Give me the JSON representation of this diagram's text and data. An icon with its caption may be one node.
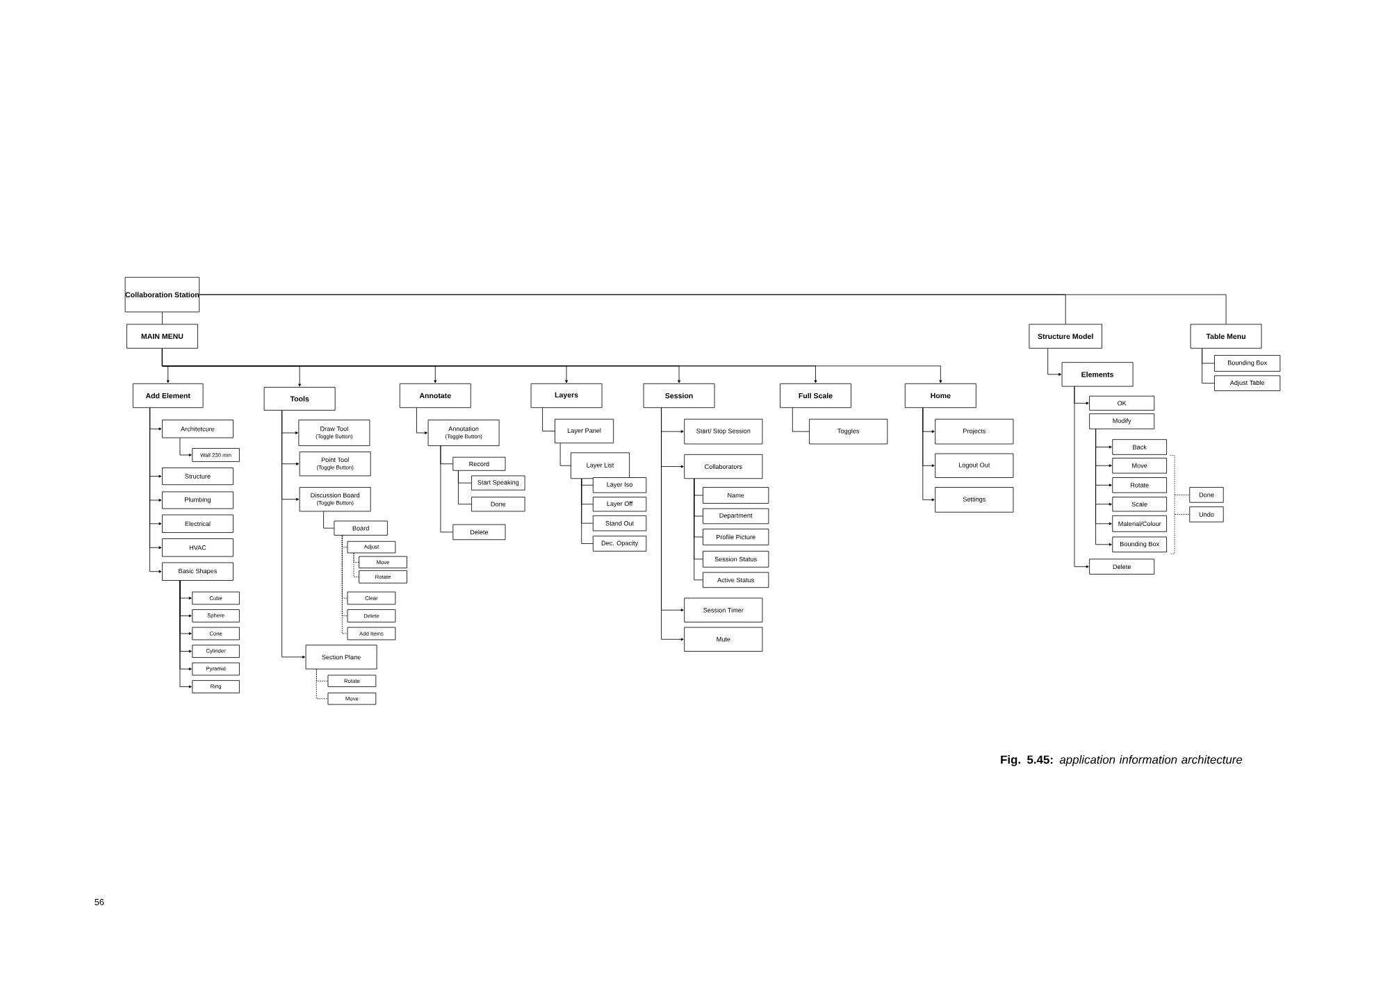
{
  "diagram": {
    "caption": "**Fig. 5.45:** *application information architecture*",
    "nodes": [
      {
        "text": [
          "Collaboration Station"
        ]
      },
      {
        "text": [
          "MAIN MENU"
        ]
      },
      {
        "text": [
          "Add Element"
        ]
      },
      {
        "text": [
          "Architetcure"
        ]
      },
      {
        "text": [
          "Wall 230 mm"
        ]
      },
      {
        "text": [
          "Structure"
        ]
      },
      {
        "text": [
          "Plumbing"
        ]
      },
      {
        "text": [
          "Electrical"
        ]
      },
      {
        "text": [
          "HVAC"
        ]
      },
      {
        "text": [
          "Basic Shapes"
        ]
      },
      {
        "text": [
          "Cube"
        ]
      },
      {
        "text": [
          "Sphere"
        ]
      },
      {
        "text": [
          "Cone"
        ]
      },
      {
        "text": [
          "Cylinder"
        ]
      },
      {
        "text": [
          "Pyramid"
        ]
      },
      {
        "text": [
          "Ring"
        ]
      },
      {
        "text": [
          "Tools"
        ]
      },
      {
        "text": [
          "Draw Tool",
          "(Toggle Button)"
        ]
      },
      {
        "text": [
          "Point Tool",
          "(Toggle Button)"
        ]
      },
      {
        "text": [
          "Discussion Board",
          "(Toggle Button)"
        ]
      },
      {
        "text": [
          "Board"
        ]
      },
      {
        "text": [
          "Adjust"
        ]
      },
      {
        "text": [
          "Move"
        ]
      },
      {
        "text": [
          "Rotate"
        ]
      },
      {
        "text": [
          "Clear"
        ]
      },
      {
        "text": [
          "Delete"
        ]
      },
      {
        "text": [
          "Add Items"
        ]
      },
      {
        "text": [
          "Section Plane"
        ]
      },
      {
        "text": [
          "Rotate"
        ]
      },
      {
        "text": [
          "Move"
        ]
      },
      {
        "text": [
          "Annotate"
        ]
      },
      {
        "text": [
          "Annotation",
          "(Toggle Button)"
        ]
      },
      {
        "text": [
          "Record"
        ]
      },
      {
        "text": [
          "Start Speaking"
        ]
      },
      {
        "text": [
          "Done"
        ]
      },
      {
        "text": [
          "Delete"
        ]
      },
      {
        "text": [
          "Layers"
        ]
      },
      {
        "text": [
          "Layer Panel"
        ]
      },
      {
        "text": [
          "Layer List"
        ]
      },
      {
        "text": [
          "Layer Iso"
        ]
      },
      {
        "text": [
          "Layer Off"
        ]
      },
      {
        "text": [
          "Stand Out"
        ]
      },
      {
        "text": [
          "Dec. Opacity"
        ]
      },
      {
        "text": [
          "Session"
        ]
      },
      {
        "text": [
          "Start/ Stop Session"
        ]
      },
      {
        "text": [
          "Collaborators"
        ]
      },
      {
        "text": [
          "Name"
        ]
      },
      {
        "text": [
          "Department"
        ]
      },
      {
        "text": [
          "Profile Picture"
        ]
      },
      {
        "text": [
          "Session Status"
        ]
      },
      {
        "text": [
          "Active Status"
        ]
      },
      {
        "text": [
          "Session Timer"
        ]
      },
      {
        "text": [
          "Mute"
        ]
      },
      {
        "text": [
          "Full Scale"
        ]
      },
      {
        "text": [
          "Toggles"
        ]
      },
      {
        "text": [
          "Home"
        ]
      },
      {
        "text": [
          "Projects"
        ]
      },
      {
        "text": [
          "Logout Out"
        ]
      },
      {
        "text": [
          "Settings"
        ]
      },
      {
        "text": [
          "Structure Model"
        ]
      },
      {
        "text": [
          "Elements"
        ]
      },
      {
        "text": [
          "OK"
        ]
      },
      {
        "text": [
          "Modify"
        ]
      },
      {
        "text": [
          "Back"
        ]
      },
      {
        "text": [
          "Move"
        ]
      },
      {
        "text": [
          "Rotate"
        ]
      },
      {
        "text": [
          "Scale"
        ]
      },
      {
        "text": [
          "Material/Colour"
        ]
      },
      {
        "text": [
          "Bounding Box"
        ]
      },
      {
        "text": [
          "Delete"
        ]
      },
      {
        "text": [
          "Done"
        ]
      },
      {
        "text": [
          "Undo"
        ]
      },
      {
        "text": [
          "Table Menu"
        ]
      },
      {
        "text": [
          "Bounding Box"
        ]
      },
      {
        "text": [
          "Adjust Table"
        ]
      },
      {
        "text": [],
        "shape": "bracket"
      }
    ],
    "edges": [
      {
        "from": 0,
        "to": 1,
        "arrow": "none"
      },
      {
        "from": 0,
        "to": 59,
        "arrow": "none"
      },
      {
        "from": 0,
        "to": 72,
        "arrow": "none"
      },
      {
        "from": 1,
        "to": 2,
        "arrow": "to"
      },
      {
        "from": 1,
        "to": 16,
        "arrow": "to"
      },
      {
        "from": 1,
        "to": 30,
        "arrow": "to"
      },
      {
        "from": 1,
        "to": 36,
        "arrow": "to"
      },
      {
        "from": 1,
        "to": 43,
        "arrow": "to"
      },
      {
        "from": 1,
        "to": 53,
        "arrow": "to"
      },
      {
        "from": 1,
        "to": 55,
        "arrow": "to"
      },
      {
        "from": 2,
        "to": 3,
        "arrow": "to"
      },
      {
        "from": 3,
        "to": 4,
        "arrow": "to"
      },
      {
        "from": 2,
        "to": 5,
        "arrow": "to"
      },
      {
        "from": 2,
        "to": 6,
        "arrow": "to"
      },
      {
        "from": 2,
        "to": 7,
        "arrow": "to"
      },
      {
        "from": 2,
        "to": 8,
        "arrow": "to"
      },
      {
        "from": 2,
        "to": 9,
        "arrow": "to"
      },
      {
        "from": 9,
        "to": 10,
        "arrow": "to"
      },
      {
        "from": 9,
        "to": 11,
        "arrow": "to"
      },
      {
        "from": 9,
        "to": 12,
        "arrow": "to"
      },
      {
        "from": 9,
        "to": 13,
        "arrow": "to"
      },
      {
        "from": 9,
        "to": 14,
        "arrow": "to"
      },
      {
        "from": 9,
        "to": 15,
        "arrow": "to"
      },
      {
        "from": 16,
        "to": 17,
        "arrow": "to"
      },
      {
        "from": 16,
        "to": 18,
        "arrow": "to"
      },
      {
        "from": 16,
        "to": 19,
        "arrow": "to"
      },
      {
        "from": 19,
        "to": 20,
        "arrow": "none"
      },
      {
        "from": 20,
        "to": 21,
        "arrow": "none",
        "style": "dashed"
      },
      {
        "from": 21,
        "to": 22,
        "arrow": "none",
        "style": "dashed"
      },
      {
        "from": 21,
        "to": 23,
        "arrow": "none",
        "style": "dashed"
      },
      {
        "from": 20,
        "to": 24,
        "arrow": "none",
        "style": "dashed"
      },
      {
        "from": 20,
        "to": 25,
        "arrow": "none",
        "style": "dashed"
      },
      {
        "from": 20,
        "to": 26,
        "arrow": "none",
        "style": "dashed"
      },
      {
        "from": 16,
        "to": 27,
        "arrow": "to"
      },
      {
        "from": 27,
        "to": 28,
        "arrow": "none",
        "style": "dashed"
      },
      {
        "from": 27,
        "to": 29,
        "arrow": "none",
        "style": "dashed"
      },
      {
        "from": 30,
        "to": 31,
        "arrow": "to"
      },
      {
        "from": 31,
        "to": 32,
        "arrow": "none"
      },
      {
        "from": 32,
        "to": 33,
        "arrow": "none"
      },
      {
        "from": 32,
        "to": 34,
        "arrow": "none"
      },
      {
        "from": 31,
        "to": 35,
        "arrow": "none"
      },
      {
        "from": 36,
        "to": 37,
        "arrow": "none"
      },
      {
        "from": 37,
        "to": 38,
        "arrow": "none"
      },
      {
        "from": 38,
        "to": 39,
        "arrow": "none"
      },
      {
        "from": 38,
        "to": 40,
        "arrow": "none"
      },
      {
        "from": 38,
        "to": 41,
        "arrow": "none"
      },
      {
        "from": 38,
        "to": 42,
        "arrow": "none"
      },
      {
        "from": 43,
        "to": 44,
        "arrow": "to"
      },
      {
        "from": 43,
        "to": 45,
        "arrow": "to"
      },
      {
        "from": 45,
        "to": 46,
        "arrow": "none"
      },
      {
        "from": 45,
        "to": 47,
        "arrow": "none"
      },
      {
        "from": 45,
        "to": 48,
        "arrow": "none"
      },
      {
        "from": 45,
        "to": 49,
        "arrow": "none"
      },
      {
        "from": 45,
        "to": 50,
        "arrow": "none"
      },
      {
        "from": 43,
        "to": 51,
        "arrow": "to"
      },
      {
        "from": 43,
        "to": 52,
        "arrow": "to"
      },
      {
        "from": 53,
        "to": 54,
        "arrow": "none"
      },
      {
        "from": 55,
        "to": 56,
        "arrow": "to"
      },
      {
        "from": 55,
        "to": 57,
        "arrow": "to"
      },
      {
        "from": 55,
        "to": 58,
        "arrow": "to"
      },
      {
        "from": 59,
        "to": 60,
        "arrow": "to"
      },
      {
        "from": 60,
        "to": 61,
        "arrow": "to"
      },
      {
        "from": 62,
        "to": 63,
        "arrow": "to"
      },
      {
        "from": 62,
        "to": 64,
        "arrow": "to"
      },
      {
        "from": 62,
        "to": 65,
        "arrow": "to"
      },
      {
        "from": 62,
        "to": 66,
        "arrow": "to"
      },
      {
        "from": 62,
        "to": 67,
        "arrow": "to"
      },
      {
        "from": 62,
        "to": 68,
        "arrow": "to"
      },
      {
        "from": 60,
        "to": 69,
        "arrow": "to"
      },
      {
        "from": 75,
        "to": 70,
        "arrow": "none",
        "style": "dashed"
      },
      {
        "from": 75,
        "to": 71,
        "arrow": "none",
        "style": "dashed"
      },
      {
        "from": 72,
        "to": 73,
        "arrow": "none"
      },
      {
        "from": 72,
        "to": 74,
        "arrow": "none"
      }
    ],
    "labels": [
      "56"
    ]
  }
}
